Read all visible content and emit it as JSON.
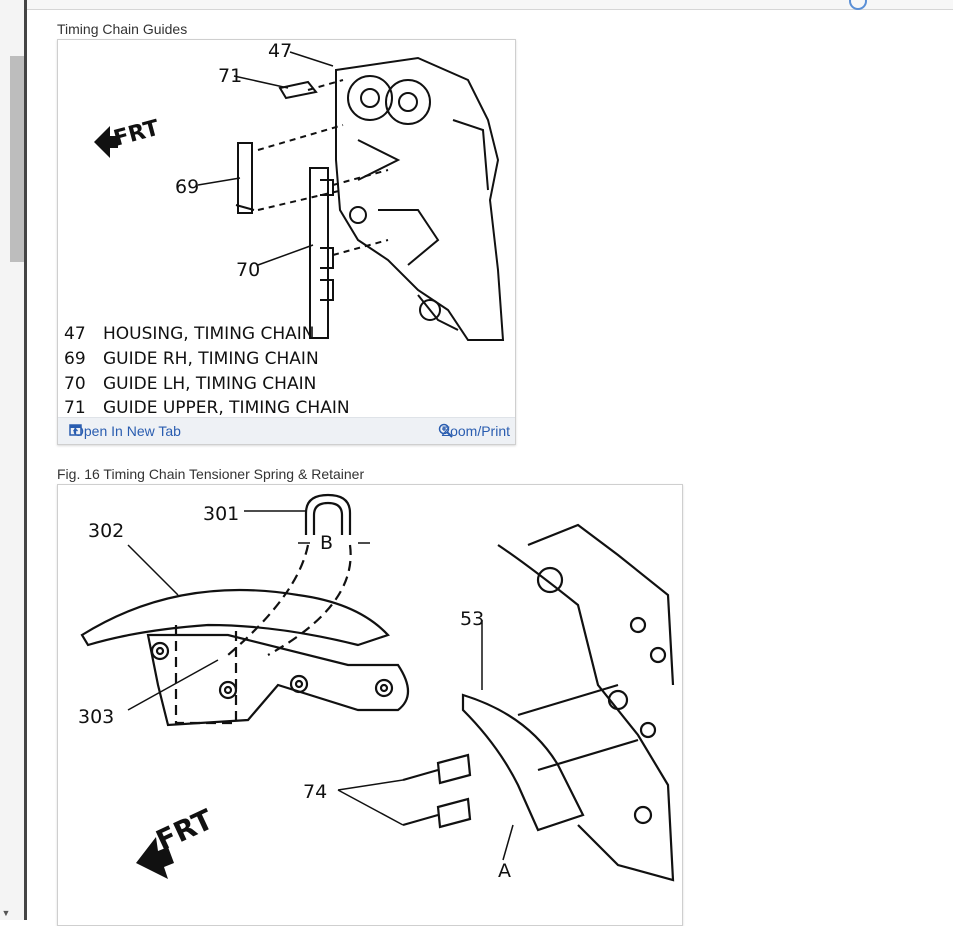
{
  "figure1": {
    "caption": "Timing Chain Guides",
    "callouts": {
      "c47": "47",
      "c71": "71",
      "c69": "69",
      "c70": "70"
    },
    "frt_label": "FRT",
    "legend": [
      {
        "num": "47",
        "text": "HOUSING, TIMING CHAIN"
      },
      {
        "num": "69",
        "text": "GUIDE RH, TIMING CHAIN"
      },
      {
        "num": "70",
        "text": "GUIDE LH, TIMING CHAIN"
      },
      {
        "num": "71",
        "text": "GUIDE UPPER, TIMING CHAIN"
      }
    ],
    "toolbar": {
      "open_new_tab": "Open In New Tab",
      "zoom_print": "Zoom/Print"
    }
  },
  "figure2": {
    "caption": "Fig. 16 Timing Chain Tensioner Spring & Retainer",
    "callouts": {
      "c301": "301",
      "c302": "302",
      "c303": "303",
      "c53": "53",
      "c74": "74",
      "cA": "A",
      "cB": "B"
    },
    "frt_label": "FRT"
  },
  "icons": {
    "open_tab": "open-new-tab-icon",
    "zoom": "zoom-in-icon",
    "scroll_down": "scroll-down-arrow-icon",
    "profile": "profile-circle-icon"
  },
  "colors": {
    "link": "#2a5db0",
    "toolbar_bg": "#eef1f5",
    "line_art": "#111111"
  }
}
